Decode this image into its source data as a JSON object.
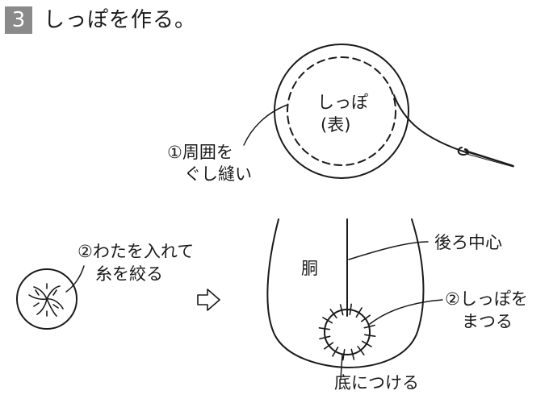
{
  "step": {
    "number": "3",
    "title": "しっぽを作る。"
  },
  "labels": {
    "tail_line1": "しっぽ",
    "tail_line2": "(表)",
    "running_stitch_line1": "①周囲を",
    "running_stitch_line2": "ぐし縫い",
    "stuff_line1": "②わたを入れて",
    "stuff_line2": "糸を絞る",
    "body": "胴",
    "back_center": "後ろ中心",
    "whipstitch_line1": "②しっぽを",
    "whipstitch_line2": "まつる",
    "attach_bottom": "底につける"
  },
  "icons": {
    "arrow": "hollow-right-arrow-icon",
    "needle": "needle-icon"
  },
  "colors": {
    "badge_bg": "#8a8a8a",
    "line": "#1a1a1a",
    "background": "#ffffff"
  }
}
